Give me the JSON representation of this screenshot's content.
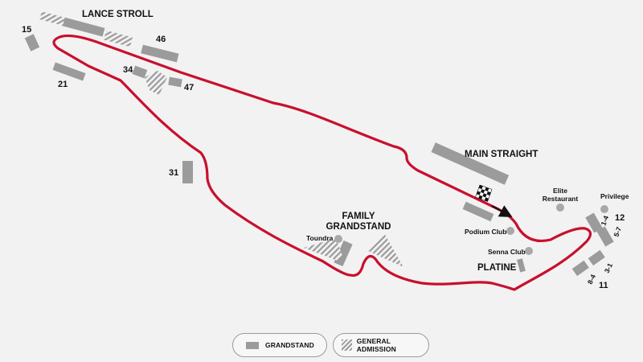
{
  "map": {
    "colors": {
      "background": "#f2f2f2",
      "track": "#c8102e",
      "grandstand": "#9b9b9b",
      "hospitality": "#a8a8a8",
      "text": "#111111"
    },
    "area_labels": {
      "lance_stroll": "LANCE STROLL",
      "main_straight": "MAIN STRAIGHT",
      "family_line1": "FAMILY",
      "family_line2": "GRANDSTAND",
      "platine": "PLATINE"
    },
    "grandstand_numbers": {
      "s15": "15",
      "s46": "46",
      "s34": "34",
      "s47": "47",
      "s21": "21",
      "s31": "31",
      "s12": "12",
      "s11": "11",
      "s14": "1-4",
      "s57": "5-7",
      "s31b": "3-1",
      "s84": "8-4"
    },
    "hospitality": {
      "toundra": "Toundra",
      "podium": "Podium Club",
      "senna": "Senna Club",
      "elite_line1": "Elite",
      "elite_line2": "Restaurant",
      "privilege": "Privilege"
    },
    "icons": [
      "checkered-flag-icon",
      "direction-arrow-icon"
    ]
  },
  "legend": {
    "grandstand": "GRANDSTAND",
    "general_admission": "GENERAL ADMISSION"
  }
}
